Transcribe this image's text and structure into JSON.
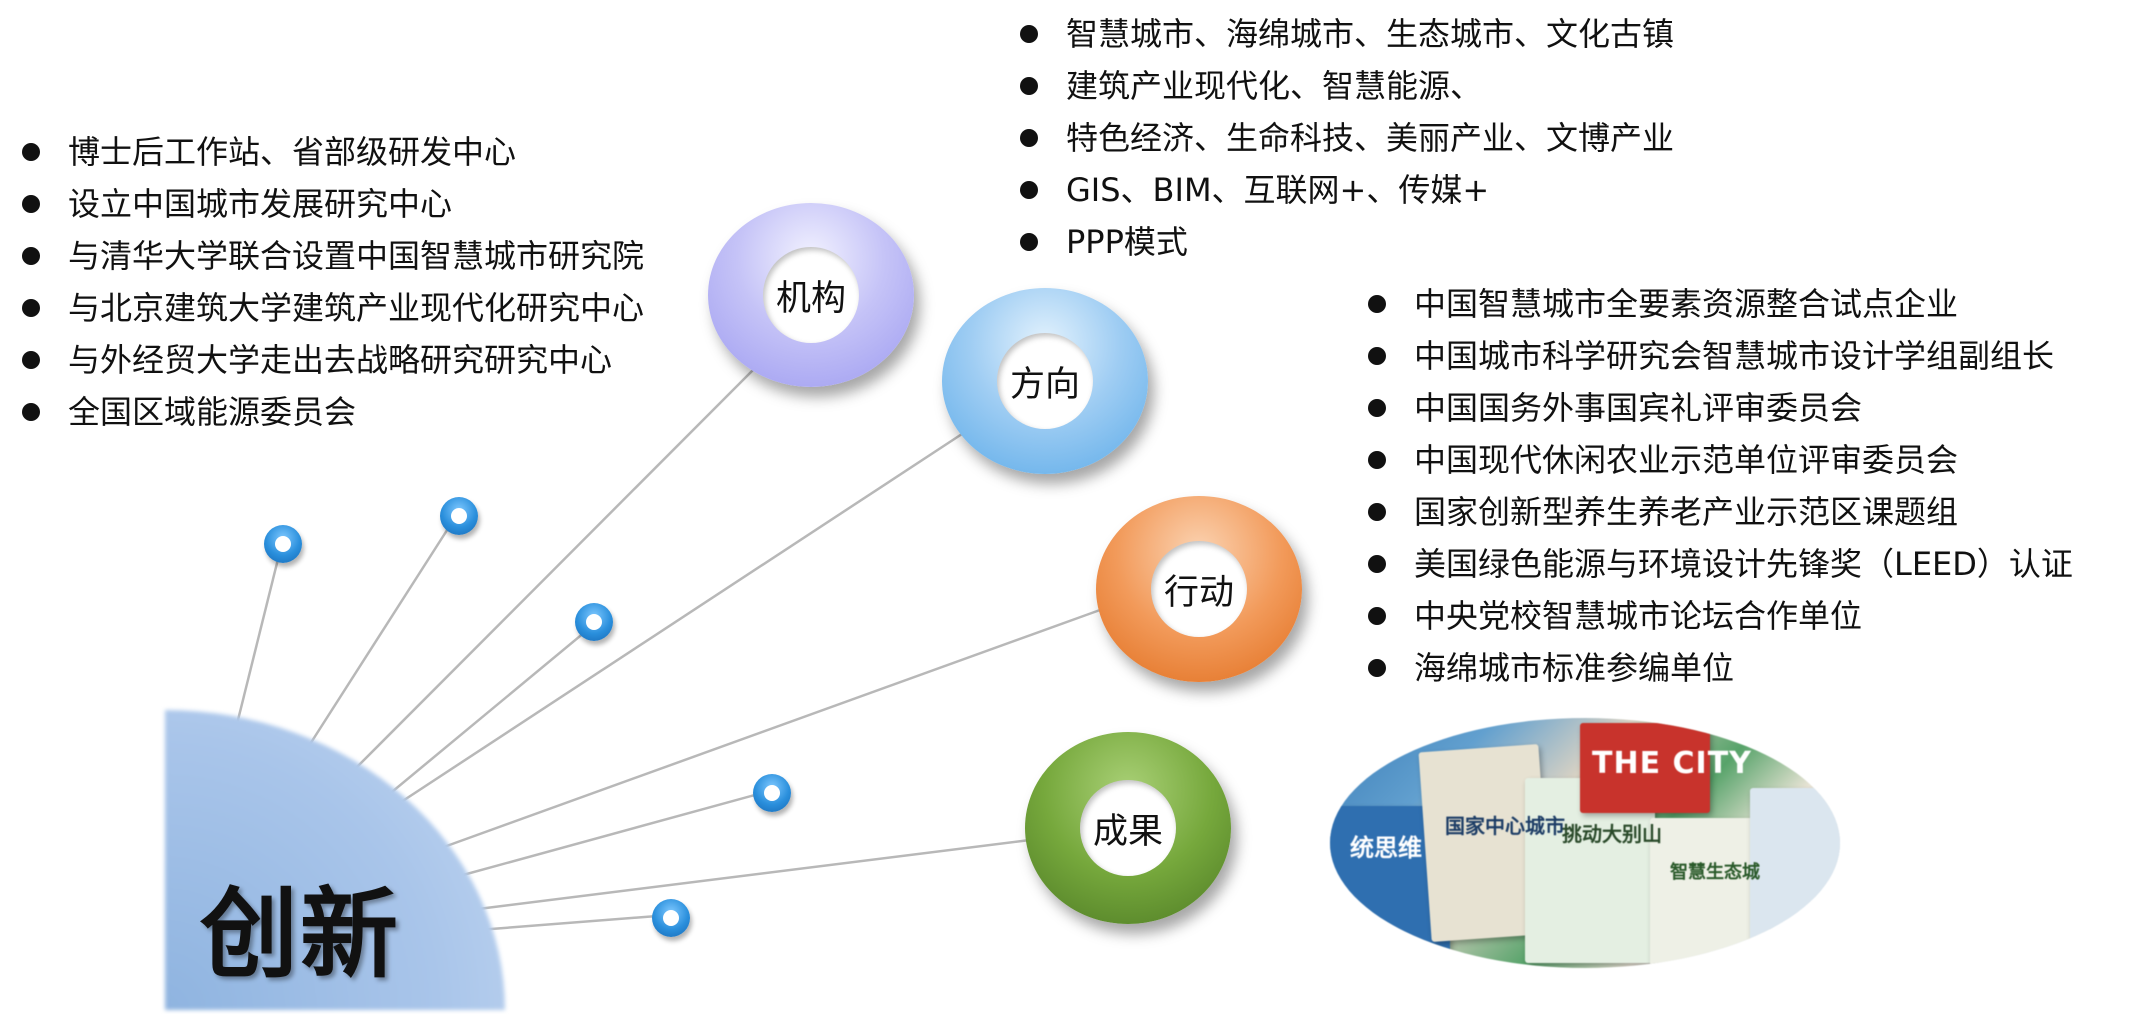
{
  "diagram": {
    "title": "创新",
    "nodes": [
      {
        "id": "jigou",
        "label": "机构"
      },
      {
        "id": "fangxiang",
        "label": "方向"
      },
      {
        "id": "xingdong",
        "label": "行动"
      },
      {
        "id": "chengguo",
        "label": "成果"
      }
    ],
    "lists": {
      "jigou": [
        "博士后工作站、省部级研发中心",
        "设立中国城市发展研究中心",
        "与清华大学联合设置中国智慧城市研究院",
        "与北京建筑大学建筑产业现代化研究中心",
        "与外经贸大学走出去战略研究研究中心",
        "全国区域能源委员会"
      ],
      "fangxiang": [
        "智慧城市、海绵城市、生态城市、文化古镇",
        "建筑产业现代化、智慧能源、",
        "特色经济、生命科技、美丽产业、文博产业",
        "GIS、BIM、互联网+、传媒+",
        "PPP模式"
      ],
      "xingdong": [
        "中国智慧城市全要素资源整合试点企业",
        "中国城市科学研究会智慧城市设计学组副组长",
        "中国国务外事国宾礼评审委员会",
        "中国现代休闲农业示范单位评审委员会",
        "国家创新型养生养老产业示范区课题组",
        "美国绿色能源与环境设计先锋奖（LEED）认证",
        "中央党校智慧城市论坛合作单位",
        "海绵城市标准参编单位"
      ]
    },
    "photo_book_titles": [
      "统思维",
      "国家中心城市",
      "挑动大别山",
      "智慧生态城",
      "THE CITY"
    ],
    "colors": {
      "jigou": "#9c9af0",
      "fangxiang": "#5aaae8",
      "xingdong": "#ec7a2c",
      "chengguo": "#5c8a2e",
      "dot": "#2a8fdc",
      "quarter": "#a9c5ea"
    }
  }
}
